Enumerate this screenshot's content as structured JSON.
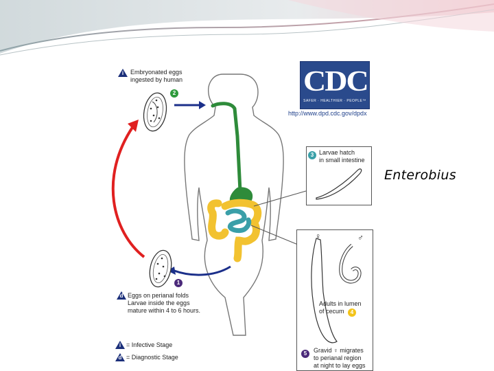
{
  "slide": {
    "title": "Enterobius"
  },
  "diagram": {
    "logo_text": "CDC",
    "logo_tagline": "SAFER · HEALTHIER · PEOPLE™",
    "url": "http://www.dpd.cdc.gov/dpdx",
    "steps": [
      {
        "number": "i",
        "label_line1": "Embryonated eggs",
        "label_line2": "ingested by human"
      },
      {
        "number": "2"
      },
      {
        "number": "3",
        "label_line1": "Larvae hatch",
        "label_line2": "in small intestine"
      },
      {
        "number": "4",
        "label_line1": "Adults in lumen",
        "label_line2": "of cecum"
      },
      {
        "number": "5",
        "label_line1": "Gravid ♀ migrates",
        "label_line2": "to perianal region",
        "label_line3": "at night to lay eggs"
      },
      {
        "number": "1"
      },
      {
        "number": "d",
        "label_line1": "Eggs on perianal folds",
        "label_line2": "Larvae inside the eggs",
        "label_line3": "mature within 4 to 6 hours."
      }
    ],
    "female_symbol": "♀",
    "male_symbol": "♂",
    "legend": [
      {
        "symbol": "i",
        "label": "= Infective Stage"
      },
      {
        "symbol": "d",
        "label": "= Diagnostic Stage"
      }
    ],
    "colors": {
      "infective_arrow": "#e02020",
      "diagnostic_arrow": "#1b2f8a",
      "stomach": "#2e8b3a",
      "small_intestine": "#3a9fa8",
      "colon": "#f2c230",
      "badge_green": "#2e9a3c",
      "badge_teal": "#3aa0a8",
      "badge_yellow": "#f3c41a",
      "badge_purple": "#4b2a7a",
      "badge_navy": "#1b2f7a"
    }
  }
}
